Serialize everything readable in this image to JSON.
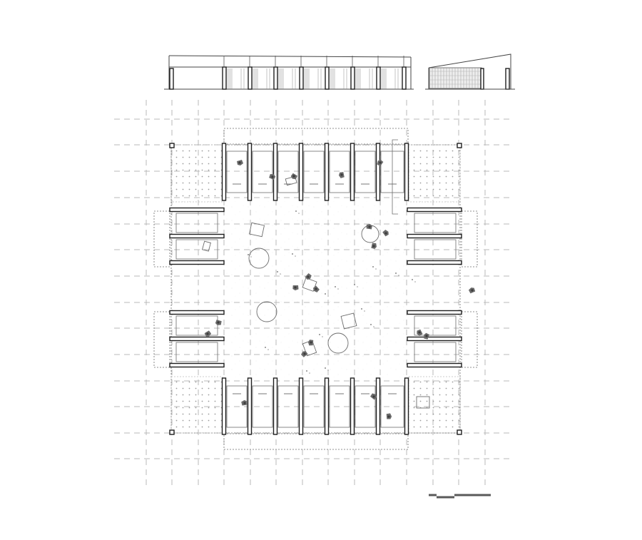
{
  "drawing": {
    "background": "#ffffff",
    "line_color": "#1f1f1f",
    "grid_color": "#b8b8b8",
    "views": [
      "long-section",
      "short-section",
      "floor-plan"
    ],
    "plan_features": [
      "central-courtyard",
      "perimeter-wall-slabs",
      "corner-columns",
      "dotted-paving-corners",
      "circular-tables",
      "human-figures"
    ],
    "scale_bar_segments": 3
  }
}
